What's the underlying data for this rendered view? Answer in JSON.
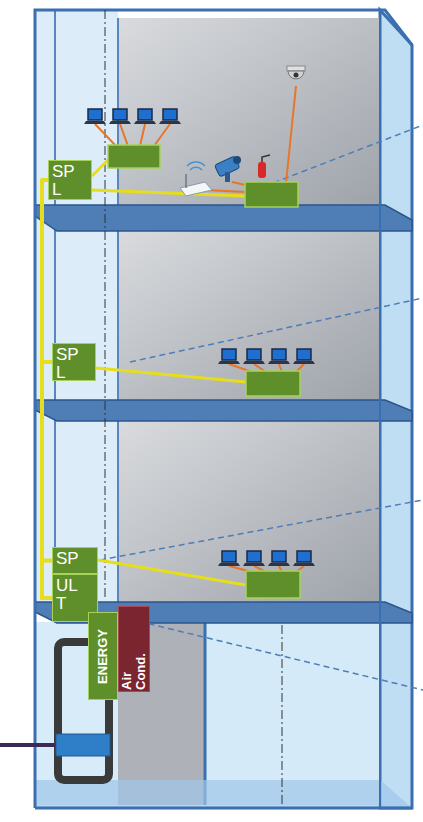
{
  "diagram": {
    "nodes": [
      {
        "text": [
          "SP L"
        ]
      },
      {
        "text": [
          "SP L"
        ]
      },
      {
        "text": [
          "SP"
        ]
      },
      {
        "text": [
          "UL T"
        ]
      },
      {
        "text": [
          "ENERGY"
        ]
      },
      {
        "text": [
          "Air Cond."
        ]
      }
    ],
    "edges": [
      {
        "from": 0,
        "to": 3,
        "arrow": "none"
      },
      {
        "from": 1,
        "to": 3,
        "arrow": "none"
      },
      {
        "from": 2,
        "to": 3,
        "arrow": "none"
      }
    ]
  }
}
